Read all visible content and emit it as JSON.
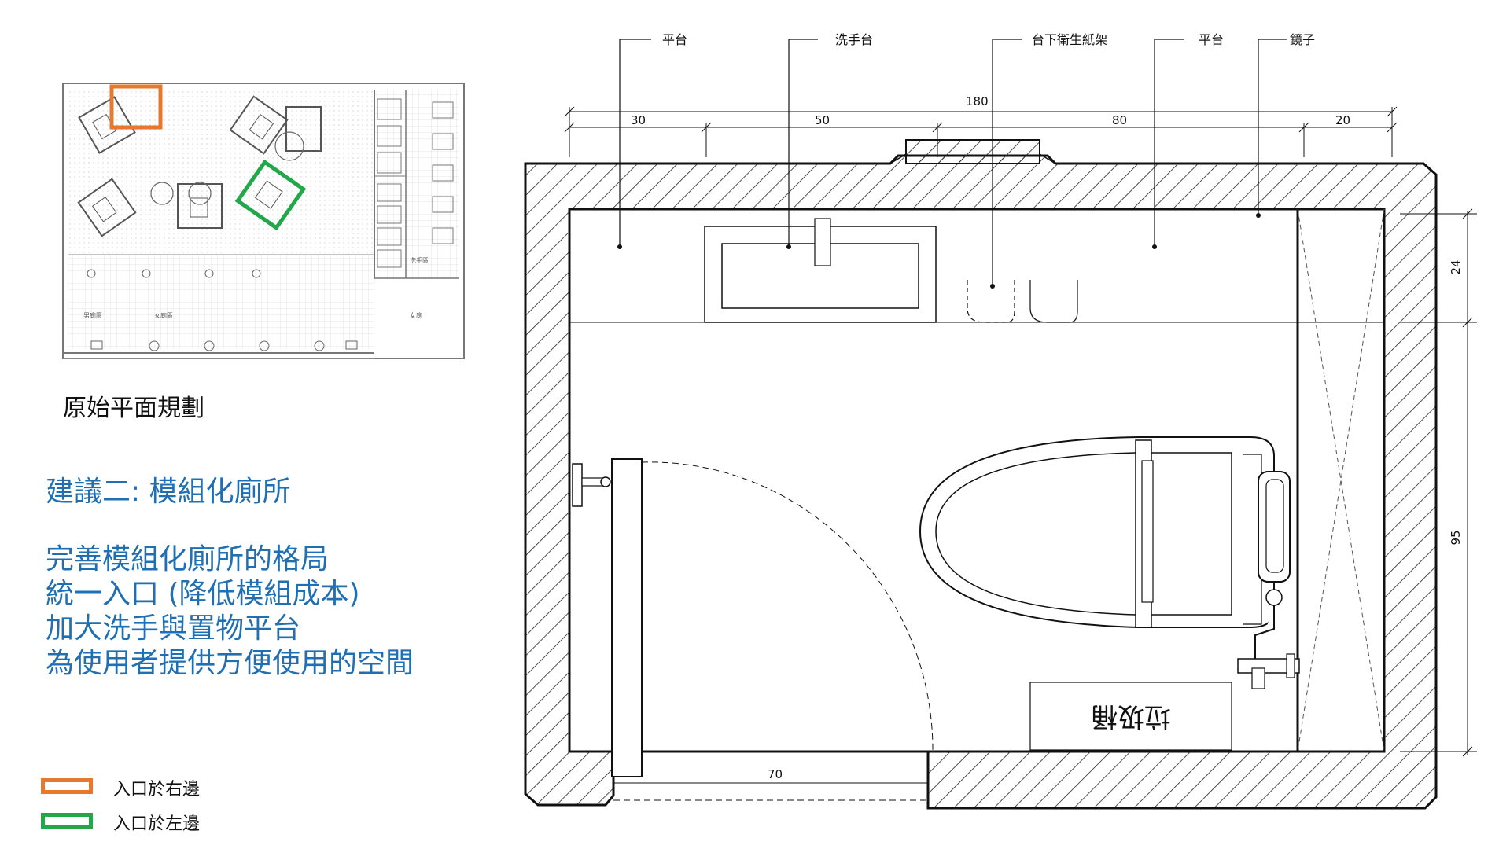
{
  "overview": {
    "title": "原始平面規劃",
    "small_labels": [
      "男廁區",
      "女廁區",
      "洗手區",
      "女廁"
    ]
  },
  "proposal": {
    "title": "建議二: 模組化廁所",
    "lines": [
      "完善模組化廁所的格局",
      "統一入口 (降低模組成本)",
      "加大洗手與置物平台",
      "為使用者提供方便使用的空間"
    ]
  },
  "legend": [
    {
      "label": "入口於右邊",
      "color": "#e8782b"
    },
    {
      "label": "入口於左邊",
      "color": "#22a84a"
    }
  ],
  "plan": {
    "callouts": [
      "平台",
      "洗手台",
      "台下衛生紙架",
      "平台",
      "鏡子"
    ],
    "dims_top": {
      "total": "180",
      "segments": [
        "30",
        "50",
        "80",
        "20"
      ]
    },
    "dims_right": [
      "24",
      "95"
    ],
    "dim_bottom": "70",
    "trash_label": "垃圾桶"
  },
  "colors": {
    "accent_blue": "#1f6fb2",
    "orange": "#e8782b",
    "green": "#22a84a"
  }
}
